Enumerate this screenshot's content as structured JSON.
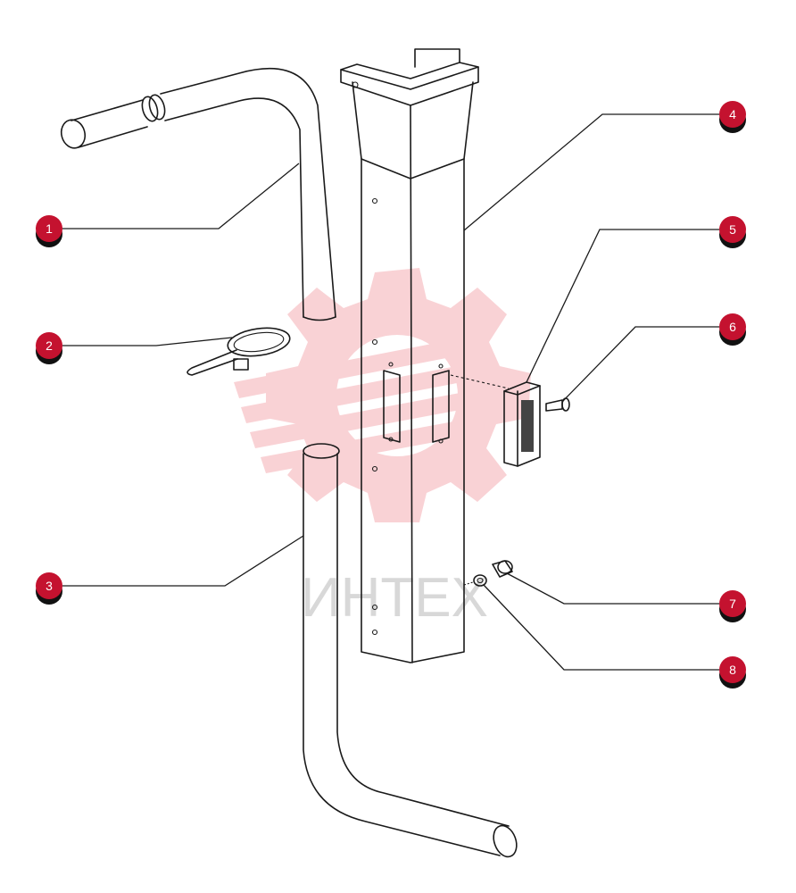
{
  "diagram": {
    "callouts": [
      {
        "id": "1",
        "label": "1"
      },
      {
        "id": "2",
        "label": "2"
      },
      {
        "id": "3",
        "label": "3"
      },
      {
        "id": "4",
        "label": "4"
      },
      {
        "id": "5",
        "label": "5"
      },
      {
        "id": "6",
        "label": "6"
      },
      {
        "id": "7",
        "label": "7"
      },
      {
        "id": "8",
        "label": "8"
      }
    ],
    "callout_color": "#c4122f",
    "line_color": "#1a1a1a"
  },
  "watermark": {
    "text": "ИНТЕХ",
    "color": "#e63946",
    "icon": "gear-logo-icon"
  }
}
